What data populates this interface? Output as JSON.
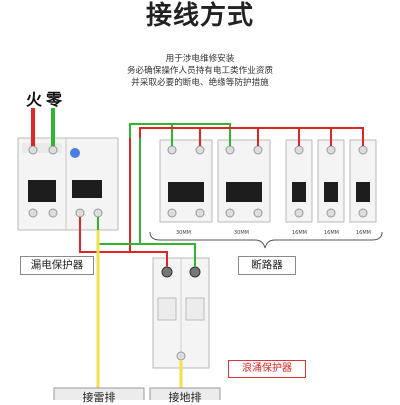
{
  "title": "接线方式",
  "notes": [
    "用于涉电维修安装",
    "务必确保操作人员持有电工类作业资质",
    "并采取必要的断电、绝缘等防护措施"
  ],
  "live_label": "火",
  "neutral_label": "零",
  "leakage_protector_label": "漏电保护器",
  "circuit_breaker_label": "断路器",
  "surge_protector_label": "浪涌保护器",
  "lightning_bar_label": "接雷排",
  "ground_bar_label": "接地排",
  "breaker_tags": [
    "30MM",
    "30MM",
    "16MM",
    "16MM",
    "16MM"
  ],
  "colors": {
    "live": "#e02525",
    "neutral": "#2fb52f",
    "ground": "#f2e04c",
    "surge_label": "#d22222"
  }
}
